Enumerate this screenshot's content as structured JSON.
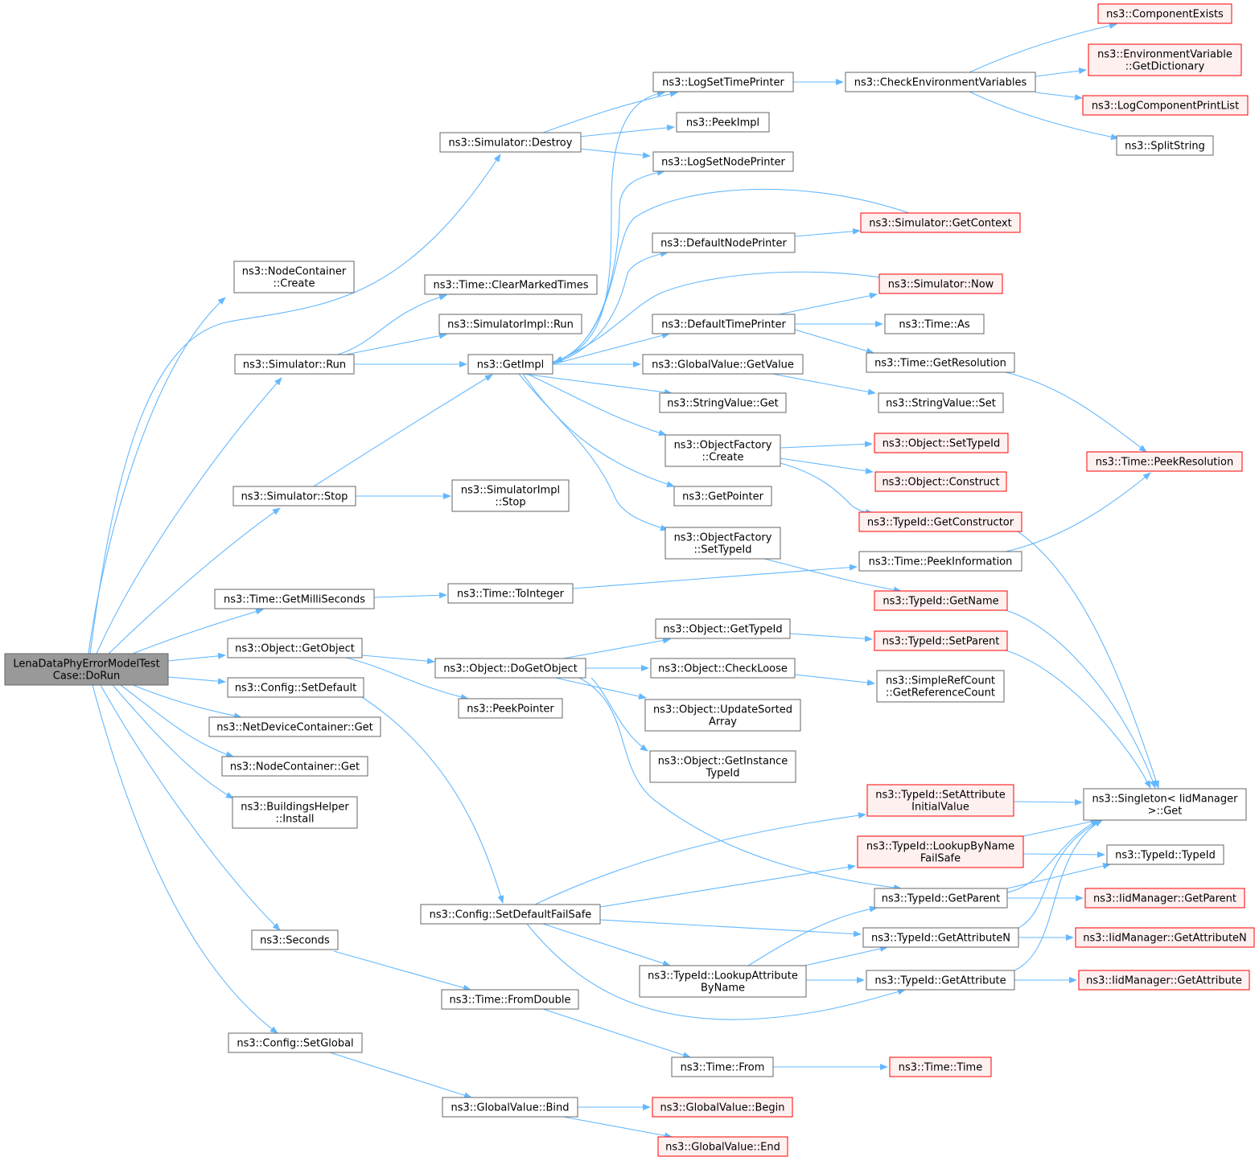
{
  "diagram": {
    "colors": {
      "edge": "#63b8ff",
      "box_border": "#666666",
      "box_fill": "#ffffff",
      "truncated_border": "#ff0000",
      "truncated_fill": "#fff0f0",
      "root_fill": "#999999"
    },
    "nodes": [
      {
        "id": "root",
        "lines": [
          "LenaDataPhyErrorModelTest",
          "Case::DoRun"
        ],
        "kind": "root"
      },
      {
        "id": "nc_create",
        "lines": [
          "ns3::NodeContainer",
          "::Create"
        ],
        "kind": "normal"
      },
      {
        "id": "sim_run",
        "lines": [
          "ns3::Simulator::Run"
        ],
        "kind": "normal"
      },
      {
        "id": "sim_stop",
        "lines": [
          "ns3::Simulator::Stop"
        ],
        "kind": "normal"
      },
      {
        "id": "time_getms",
        "lines": [
          "ns3::Time::GetMilliSeconds"
        ],
        "kind": "normal"
      },
      {
        "id": "obj_getobject",
        "lines": [
          "ns3::Object::GetObject"
        ],
        "kind": "normal"
      },
      {
        "id": "cfg_setdefault",
        "lines": [
          "ns3::Config::SetDefault"
        ],
        "kind": "normal"
      },
      {
        "id": "ndc_get",
        "lines": [
          "ns3::NetDeviceContainer::Get"
        ],
        "kind": "normal"
      },
      {
        "id": "nc_get",
        "lines": [
          "ns3::NodeContainer::Get"
        ],
        "kind": "normal"
      },
      {
        "id": "bh_install",
        "lines": [
          "ns3::BuildingsHelper",
          "::Install"
        ],
        "kind": "normal"
      },
      {
        "id": "seconds",
        "lines": [
          "ns3::Seconds"
        ],
        "kind": "normal"
      },
      {
        "id": "cfg_setglobal",
        "lines": [
          "ns3::Config::SetGlobal"
        ],
        "kind": "normal"
      },
      {
        "id": "sim_destroy",
        "lines": [
          "ns3::Simulator::Destroy"
        ],
        "kind": "normal"
      },
      {
        "id": "time_clearmarked",
        "lines": [
          "ns3::Time::ClearMarkedTimes"
        ],
        "kind": "normal"
      },
      {
        "id": "simimpl_run",
        "lines": [
          "ns3::SimulatorImpl::Run"
        ],
        "kind": "normal"
      },
      {
        "id": "getimpl",
        "lines": [
          "ns3::GetImpl"
        ],
        "kind": "normal"
      },
      {
        "id": "simimpl_stop",
        "lines": [
          "ns3::SimulatorImpl",
          "::Stop"
        ],
        "kind": "normal"
      },
      {
        "id": "time_tointeger",
        "lines": [
          "ns3::Time::ToInteger"
        ],
        "kind": "normal"
      },
      {
        "id": "obj_dogetobject",
        "lines": [
          "ns3::Object::DoGetObject"
        ],
        "kind": "normal"
      },
      {
        "id": "peekpointer",
        "lines": [
          "ns3::PeekPointer"
        ],
        "kind": "normal"
      },
      {
        "id": "cfg_setdefaultfs",
        "lines": [
          "ns3::Config::SetDefaultFailSafe"
        ],
        "kind": "normal"
      },
      {
        "id": "time_fromdouble",
        "lines": [
          "ns3::Time::FromDouble"
        ],
        "kind": "normal"
      },
      {
        "id": "gv_bind",
        "lines": [
          "ns3::GlobalValue::Bind"
        ],
        "kind": "normal"
      },
      {
        "id": "logsettimeprinter",
        "lines": [
          "ns3::LogSetTimePrinter"
        ],
        "kind": "normal"
      },
      {
        "id": "peekimpl",
        "lines": [
          "ns3::PeekImpl"
        ],
        "kind": "normal"
      },
      {
        "id": "logsetnodeprinter",
        "lines": [
          "ns3::LogSetNodePrinter"
        ],
        "kind": "normal"
      },
      {
        "id": "defaultnodeprinter",
        "lines": [
          "ns3::DefaultNodePrinter"
        ],
        "kind": "normal"
      },
      {
        "id": "defaulttimeprinter",
        "lines": [
          "ns3::DefaultTimePrinter"
        ],
        "kind": "normal"
      },
      {
        "id": "gv_getvalue",
        "lines": [
          "ns3::GlobalValue::GetValue"
        ],
        "kind": "normal"
      },
      {
        "id": "sv_get",
        "lines": [
          "ns3::StringValue::Get"
        ],
        "kind": "normal"
      },
      {
        "id": "of_create",
        "lines": [
          "ns3::ObjectFactory",
          "::Create"
        ],
        "kind": "normal"
      },
      {
        "id": "getpointer",
        "lines": [
          "ns3::GetPointer"
        ],
        "kind": "normal"
      },
      {
        "id": "of_settypeid",
        "lines": [
          "ns3::ObjectFactory",
          "::SetTypeId"
        ],
        "kind": "normal"
      },
      {
        "id": "obj_gettypeid",
        "lines": [
          "ns3::Object::GetTypeId"
        ],
        "kind": "normal"
      },
      {
        "id": "obj_checkloose",
        "lines": [
          "ns3::Object::CheckLoose"
        ],
        "kind": "normal"
      },
      {
        "id": "obj_updatesorted",
        "lines": [
          "ns3::Object::UpdateSorted",
          "Array"
        ],
        "kind": "normal"
      },
      {
        "id": "obj_getinstance",
        "lines": [
          "ns3::Object::GetInstance",
          "TypeId"
        ],
        "kind": "normal"
      },
      {
        "id": "tid_lookupattr",
        "lines": [
          "ns3::TypeId::LookupAttribute",
          "ByName"
        ],
        "kind": "normal"
      },
      {
        "id": "time_from",
        "lines": [
          "ns3::Time::From"
        ],
        "kind": "normal"
      },
      {
        "id": "gv_begin",
        "lines": [
          "ns3::GlobalValue::Begin"
        ],
        "kind": "truncated"
      },
      {
        "id": "gv_end",
        "lines": [
          "ns3::GlobalValue::End"
        ],
        "kind": "truncated"
      },
      {
        "id": "checkenv",
        "lines": [
          "ns3::CheckEnvironmentVariables"
        ],
        "kind": "normal"
      },
      {
        "id": "sim_getcontext",
        "lines": [
          "ns3::Simulator::GetContext"
        ],
        "kind": "truncated"
      },
      {
        "id": "sim_now",
        "lines": [
          "ns3::Simulator::Now"
        ],
        "kind": "truncated"
      },
      {
        "id": "time_as",
        "lines": [
          "ns3::Time::As"
        ],
        "kind": "normal"
      },
      {
        "id": "time_getres",
        "lines": [
          "ns3::Time::GetResolution"
        ],
        "kind": "normal"
      },
      {
        "id": "sv_set",
        "lines": [
          "ns3::StringValue::Set"
        ],
        "kind": "normal"
      },
      {
        "id": "obj_settypeid",
        "lines": [
          "ns3::Object::SetTypeId"
        ],
        "kind": "truncated"
      },
      {
        "id": "obj_construct",
        "lines": [
          "ns3::Object::Construct"
        ],
        "kind": "truncated"
      },
      {
        "id": "tid_getconstructor",
        "lines": [
          "ns3::TypeId::GetConstructor"
        ],
        "kind": "truncated"
      },
      {
        "id": "time_peekinfo",
        "lines": [
          "ns3::Time::PeekInformation"
        ],
        "kind": "normal"
      },
      {
        "id": "tid_getname",
        "lines": [
          "ns3::TypeId::GetName"
        ],
        "kind": "truncated"
      },
      {
        "id": "tid_setparent",
        "lines": [
          "ns3::TypeId::SetParent"
        ],
        "kind": "truncated"
      },
      {
        "id": "src_getrefcount",
        "lines": [
          "ns3::SimpleRefCount",
          "::GetReferenceCount"
        ],
        "kind": "normal"
      },
      {
        "id": "tid_setattrinit",
        "lines": [
          "ns3::TypeId::SetAttribute",
          "InitialValue"
        ],
        "kind": "truncated"
      },
      {
        "id": "tid_lookupbyname",
        "lines": [
          "ns3::TypeId::LookupByName",
          "FailSafe"
        ],
        "kind": "truncated"
      },
      {
        "id": "tid_getparent",
        "lines": [
          "ns3::TypeId::GetParent"
        ],
        "kind": "normal"
      },
      {
        "id": "tid_getattrn",
        "lines": [
          "ns3::TypeId::GetAttributeN"
        ],
        "kind": "normal"
      },
      {
        "id": "tid_getattr",
        "lines": [
          "ns3::TypeId::GetAttribute"
        ],
        "kind": "normal"
      },
      {
        "id": "time_time",
        "lines": [
          "ns3::Time::Time"
        ],
        "kind": "truncated"
      },
      {
        "id": "compexists",
        "lines": [
          "ns3::ComponentExists"
        ],
        "kind": "truncated"
      },
      {
        "id": "envvar_getdict",
        "lines": [
          "ns3::EnvironmentVariable",
          "::GetDictionary"
        ],
        "kind": "truncated"
      },
      {
        "id": "logcompprint",
        "lines": [
          "ns3::LogComponentPrintList"
        ],
        "kind": "truncated"
      },
      {
        "id": "splitstring",
        "lines": [
          "ns3::SplitString"
        ],
        "kind": "normal"
      },
      {
        "id": "time_peekres",
        "lines": [
          "ns3::Time::PeekResolution"
        ],
        "kind": "truncated"
      },
      {
        "id": "singleton_get",
        "lines": [
          "ns3::Singleton< IidManager",
          ">::Get"
        ],
        "kind": "normal"
      },
      {
        "id": "tid_typeid",
        "lines": [
          "ns3::TypeId::TypeId"
        ],
        "kind": "normal"
      },
      {
        "id": "iid_getparent",
        "lines": [
          "ns3::IidManager::GetParent"
        ],
        "kind": "truncated"
      },
      {
        "id": "iid_getattrn",
        "lines": [
          "ns3::IidManager::GetAttributeN"
        ],
        "kind": "truncated"
      },
      {
        "id": "iid_getattr",
        "lines": [
          "ns3::IidManager::GetAttribute"
        ],
        "kind": "truncated"
      }
    ]
  }
}
